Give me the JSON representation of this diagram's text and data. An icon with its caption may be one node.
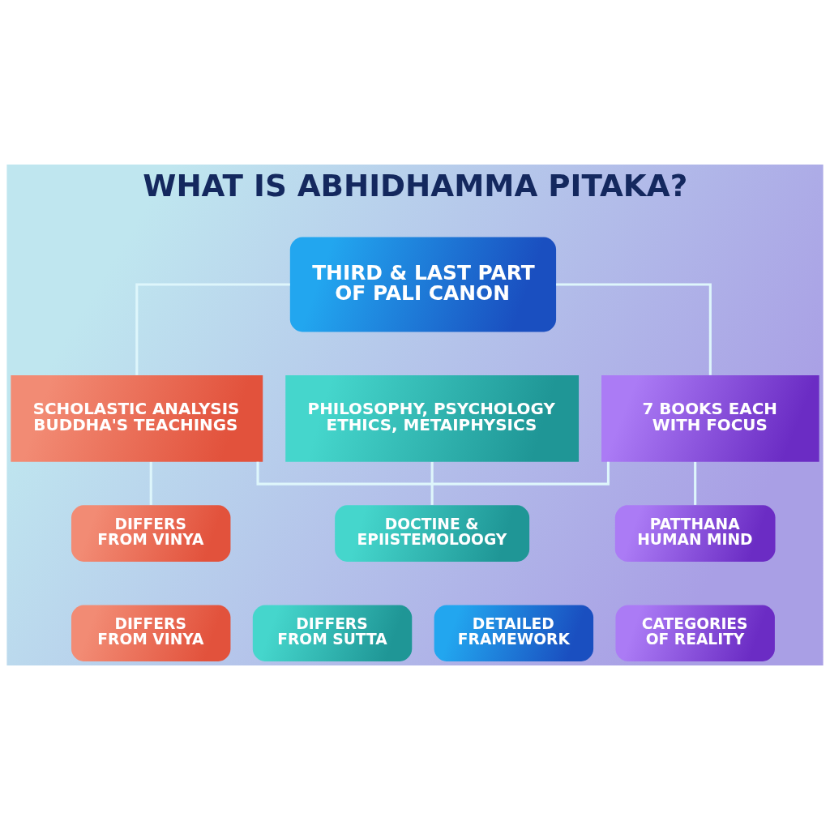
{
  "diagram": {
    "title": "WHAT IS ABHIDHAMMA PITAKA?",
    "nodes": [
      {
        "text": [
          "THIRD & LAST PART OF PALI CANON"
        ]
      },
      {
        "text": [
          "SCHOLASTIC ANALYSIS BUDDHA'S TEACHINGS"
        ]
      },
      {
        "text": [
          "PHILOSOPHY, PSYCHOLOGY ETHICS, METAIPHYSICS"
        ]
      },
      {
        "text": [
          "7 BOOKS EACH WITH FOCUS"
        ]
      },
      {
        "text": [
          "DIFFERS FROM VINYA"
        ]
      },
      {
        "text": [
          "DOCTINE & EPIISTEMOLOOGY"
        ]
      },
      {
        "text": [
          "PATTHANA HUMAN MIND"
        ]
      },
      {
        "text": [
          "DIFFERS FROM VINYA"
        ]
      },
      {
        "text": [
          "DIFFERS FROM SUTTA"
        ]
      },
      {
        "text": [
          "DETAILED FRAMEWORK"
        ]
      },
      {
        "text": [
          "CATEGORIES OF REALITY"
        ]
      }
    ],
    "edges": [
      {
        "from": 0,
        "to": 1,
        "arrow": "none"
      },
      {
        "from": 0,
        "to": 3,
        "arrow": "none"
      },
      {
        "from": 1,
        "to": 4,
        "arrow": "none"
      },
      {
        "from": 2,
        "to": 5,
        "arrow": "none"
      },
      {
        "from": 3,
        "to": 6,
        "arrow": "none"
      },
      {
        "from": 1,
        "to": 3,
        "arrow": "none"
      }
    ]
  }
}
